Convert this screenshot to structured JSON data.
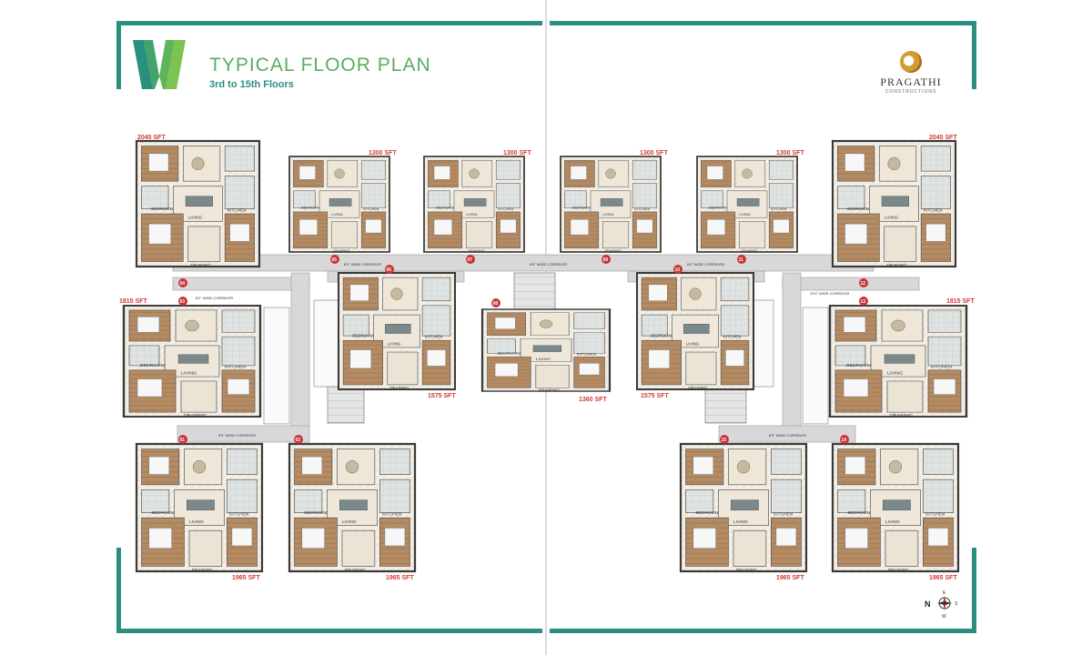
{
  "header": {
    "title": "TYPICAL FLOOR PLAN",
    "subtitle": "3rd to 15th Floors"
  },
  "brand": {
    "name": "PRAGATHI",
    "sub": "CONSTRUCTIONS"
  },
  "colors": {
    "frame": "#2b8f80",
    "title": "#59ad5e",
    "area_label": "#d13a33",
    "unit_badge": "#c8323a",
    "corridor": "#d8d8d8"
  },
  "unit_numbers": [
    "01",
    "02",
    "03",
    "04",
    "05",
    "06",
    "07",
    "08",
    "09",
    "10",
    "11",
    "12",
    "13",
    "14",
    "15"
  ],
  "areas": {
    "a2045": "2045 SFT",
    "a1300": "1300 SFT",
    "a1815": "1815 SFT",
    "a1575": "1575 SFT",
    "a1360": "1360 SFT",
    "a1965": "1965 SFT"
  },
  "corridors": {
    "c8": "8'0\" WIDE CORRIDOR",
    "c10": "10'0\" WIDE CORRIDOR"
  },
  "compass": {
    "n": "N",
    "e": "E",
    "s": "S",
    "w": "W"
  }
}
